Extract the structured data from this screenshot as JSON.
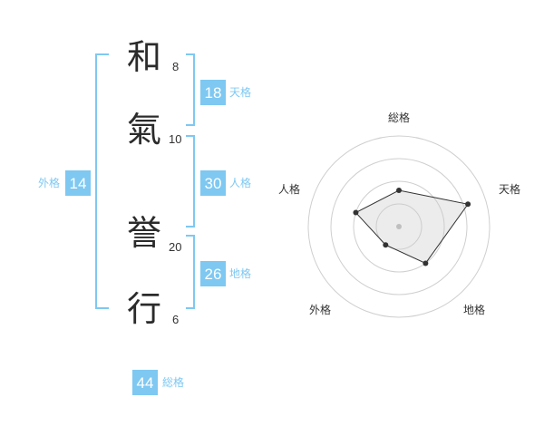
{
  "characters": [
    {
      "char": "和",
      "strokes": "8"
    },
    {
      "char": "氣",
      "strokes": "10"
    },
    {
      "char": "誉",
      "strokes": "20"
    },
    {
      "char": "行",
      "strokes": "6"
    }
  ],
  "kaku": {
    "tenkaku": {
      "value": "18",
      "label": "天格"
    },
    "jinkaku": {
      "value": "30",
      "label": "人格"
    },
    "chikaku": {
      "value": "26",
      "label": "地格"
    },
    "gaikaku": {
      "value": "14",
      "label": "外格"
    },
    "soukaku": {
      "value": "44",
      "label": "総格"
    }
  },
  "colors": {
    "accent": "#7ec8f2",
    "text": "#2b2b2b"
  },
  "chart_data": {
    "type": "radar",
    "axes": [
      "総格",
      "天格",
      "地格",
      "外格",
      "人格"
    ],
    "values": [
      0.4,
      0.8,
      0.5,
      0.25,
      0.5
    ],
    "rings": 4,
    "range": [
      0,
      1
    ]
  }
}
